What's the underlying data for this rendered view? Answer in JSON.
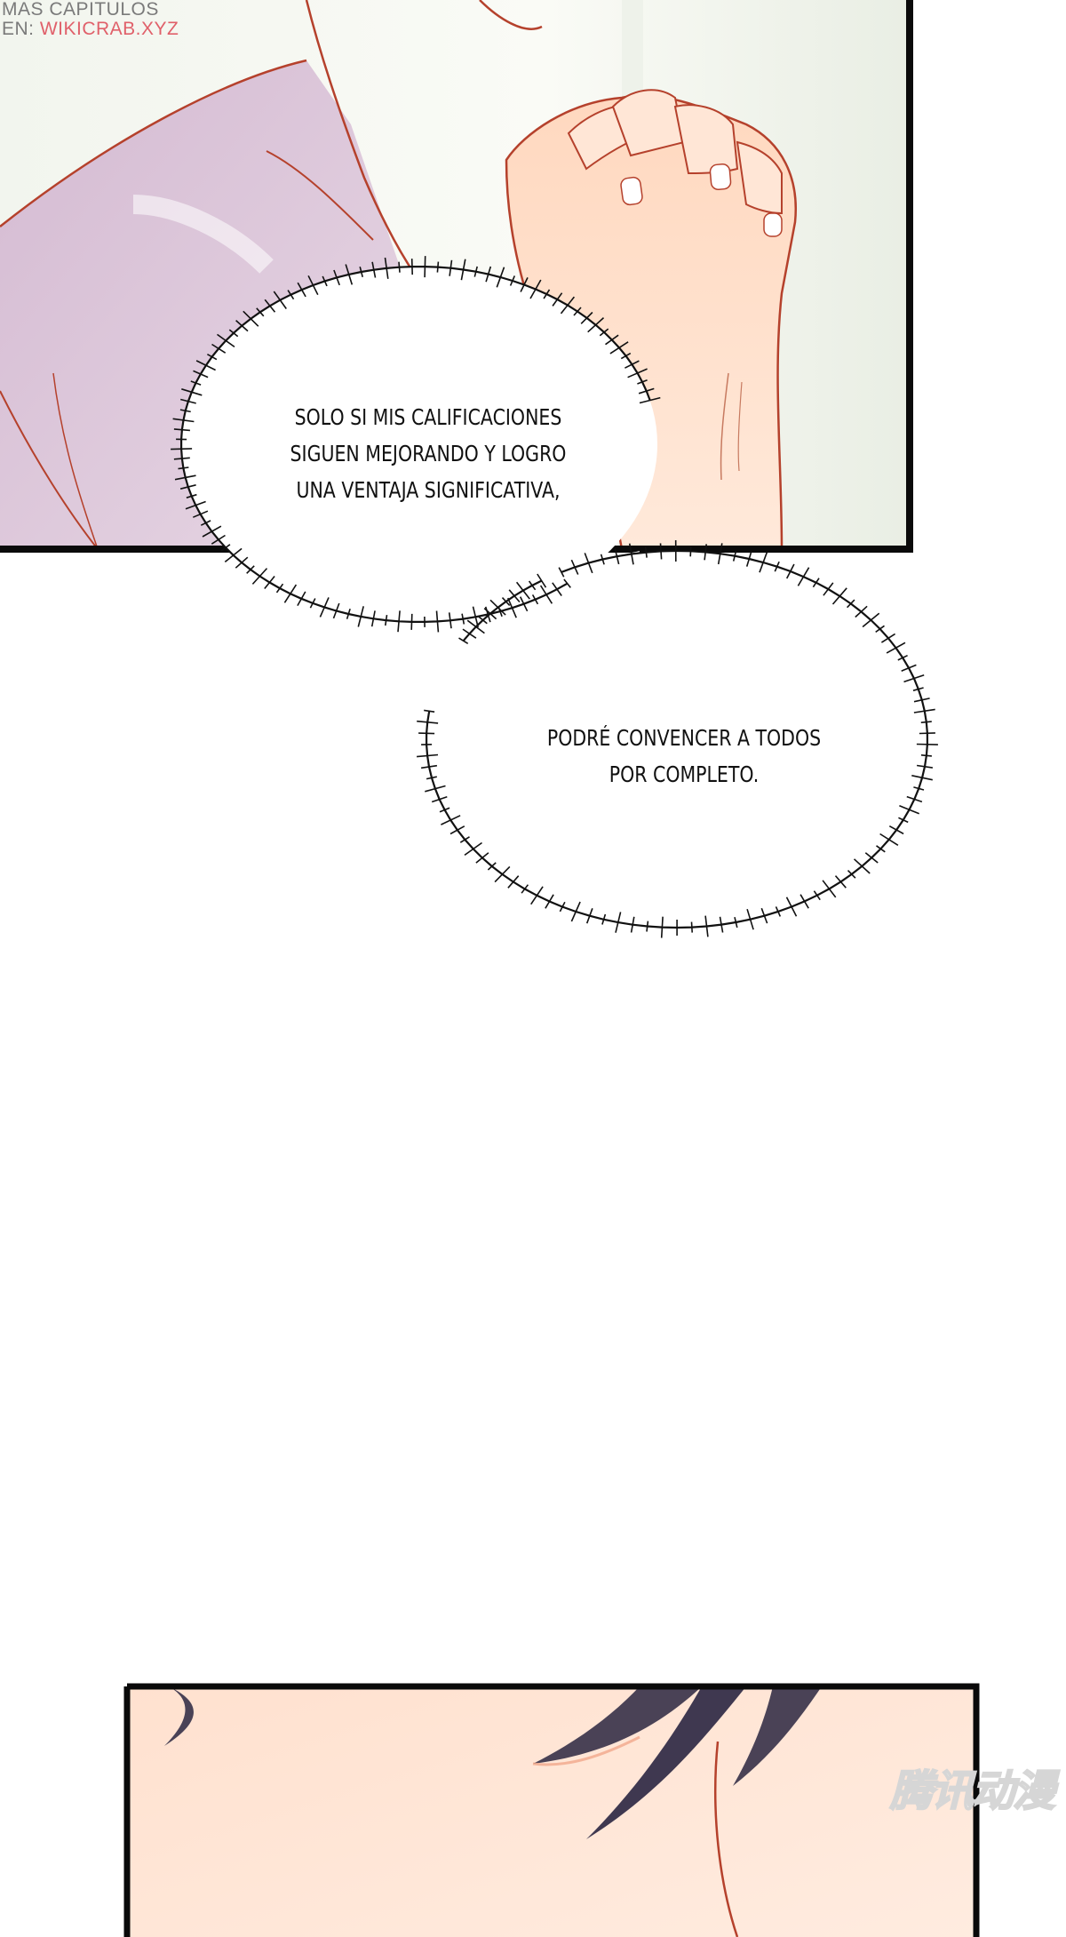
{
  "watermark": {
    "line1": "MAS CAPITULOS",
    "prefix": "EN: ",
    "url": "WIKICRAB.XYZ"
  },
  "bubbles": [
    {
      "lines": [
        "SOLO SI MIS CALIFICACIONES",
        "SIGUEN MEJORANDO Y LOGRO",
        "UNA VENTAJA SIGNIFICATIVA,"
      ]
    },
    {
      "lines": [
        "PODRÉ CONVENCER A TODOS",
        "POR COMPLETO."
      ]
    }
  ],
  "brand_watermark": {
    "text": "腾讯动漫"
  },
  "colors": {
    "panel_border": "#0a0a0a",
    "skin": "#ffe2cf",
    "line_art": "#b5412c",
    "sleeve": "#d9c3d6",
    "hair": "#4a4256",
    "url_accent": "#e0606a"
  }
}
